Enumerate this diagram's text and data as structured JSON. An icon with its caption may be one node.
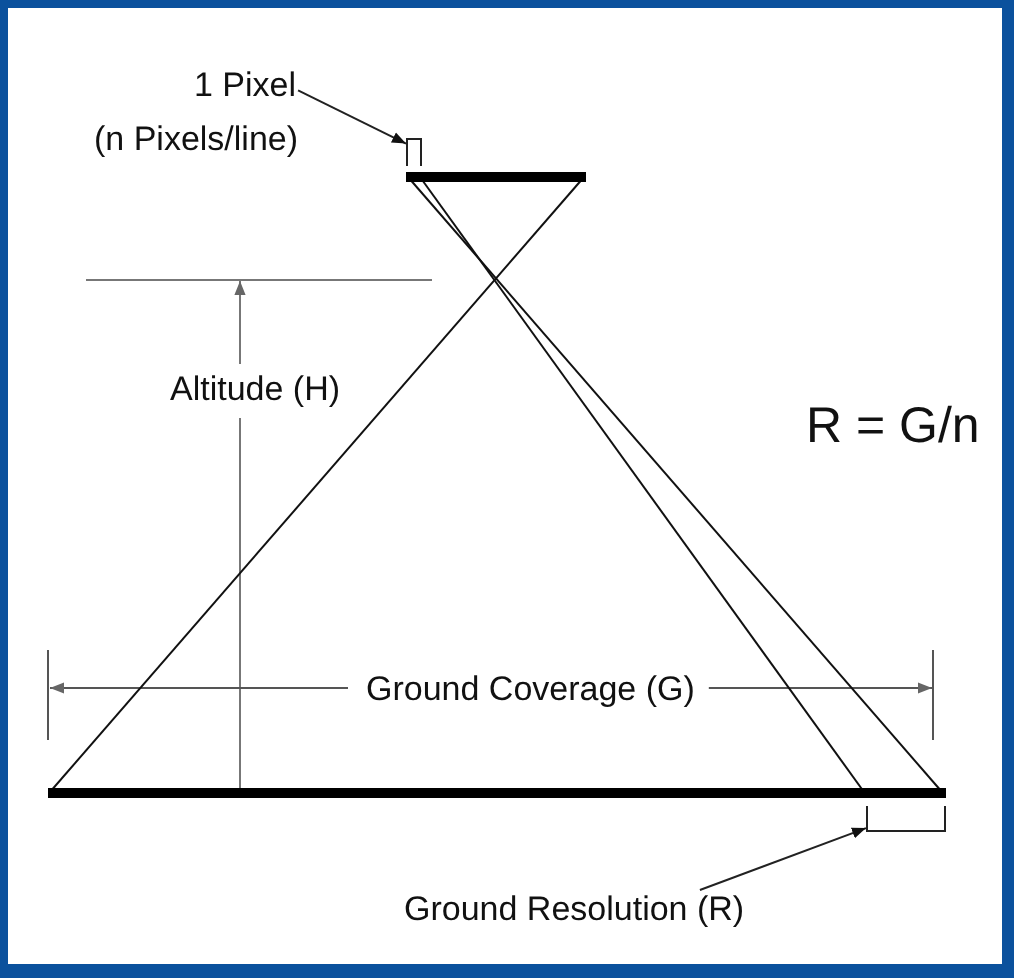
{
  "diagram": {
    "nodes": [
      {
        "text": [
          "1 Pixel",
          "(n Pixels/line)"
        ]
      },
      {
        "text": [],
        "shape": "box"
      },
      {
        "text": [],
        "shape": "bracket"
      },
      {
        "text": [
          "Ground Resolution (R)"
        ]
      }
    ],
    "edges": [
      {
        "from": 0,
        "to": 1,
        "arrow": "to"
      },
      {
        "from": 3,
        "to": 2,
        "arrow": "to"
      }
    ],
    "labels": [
      "Altitude (H)",
      "R = G/n",
      "Ground Coverage (G)"
    ]
  }
}
